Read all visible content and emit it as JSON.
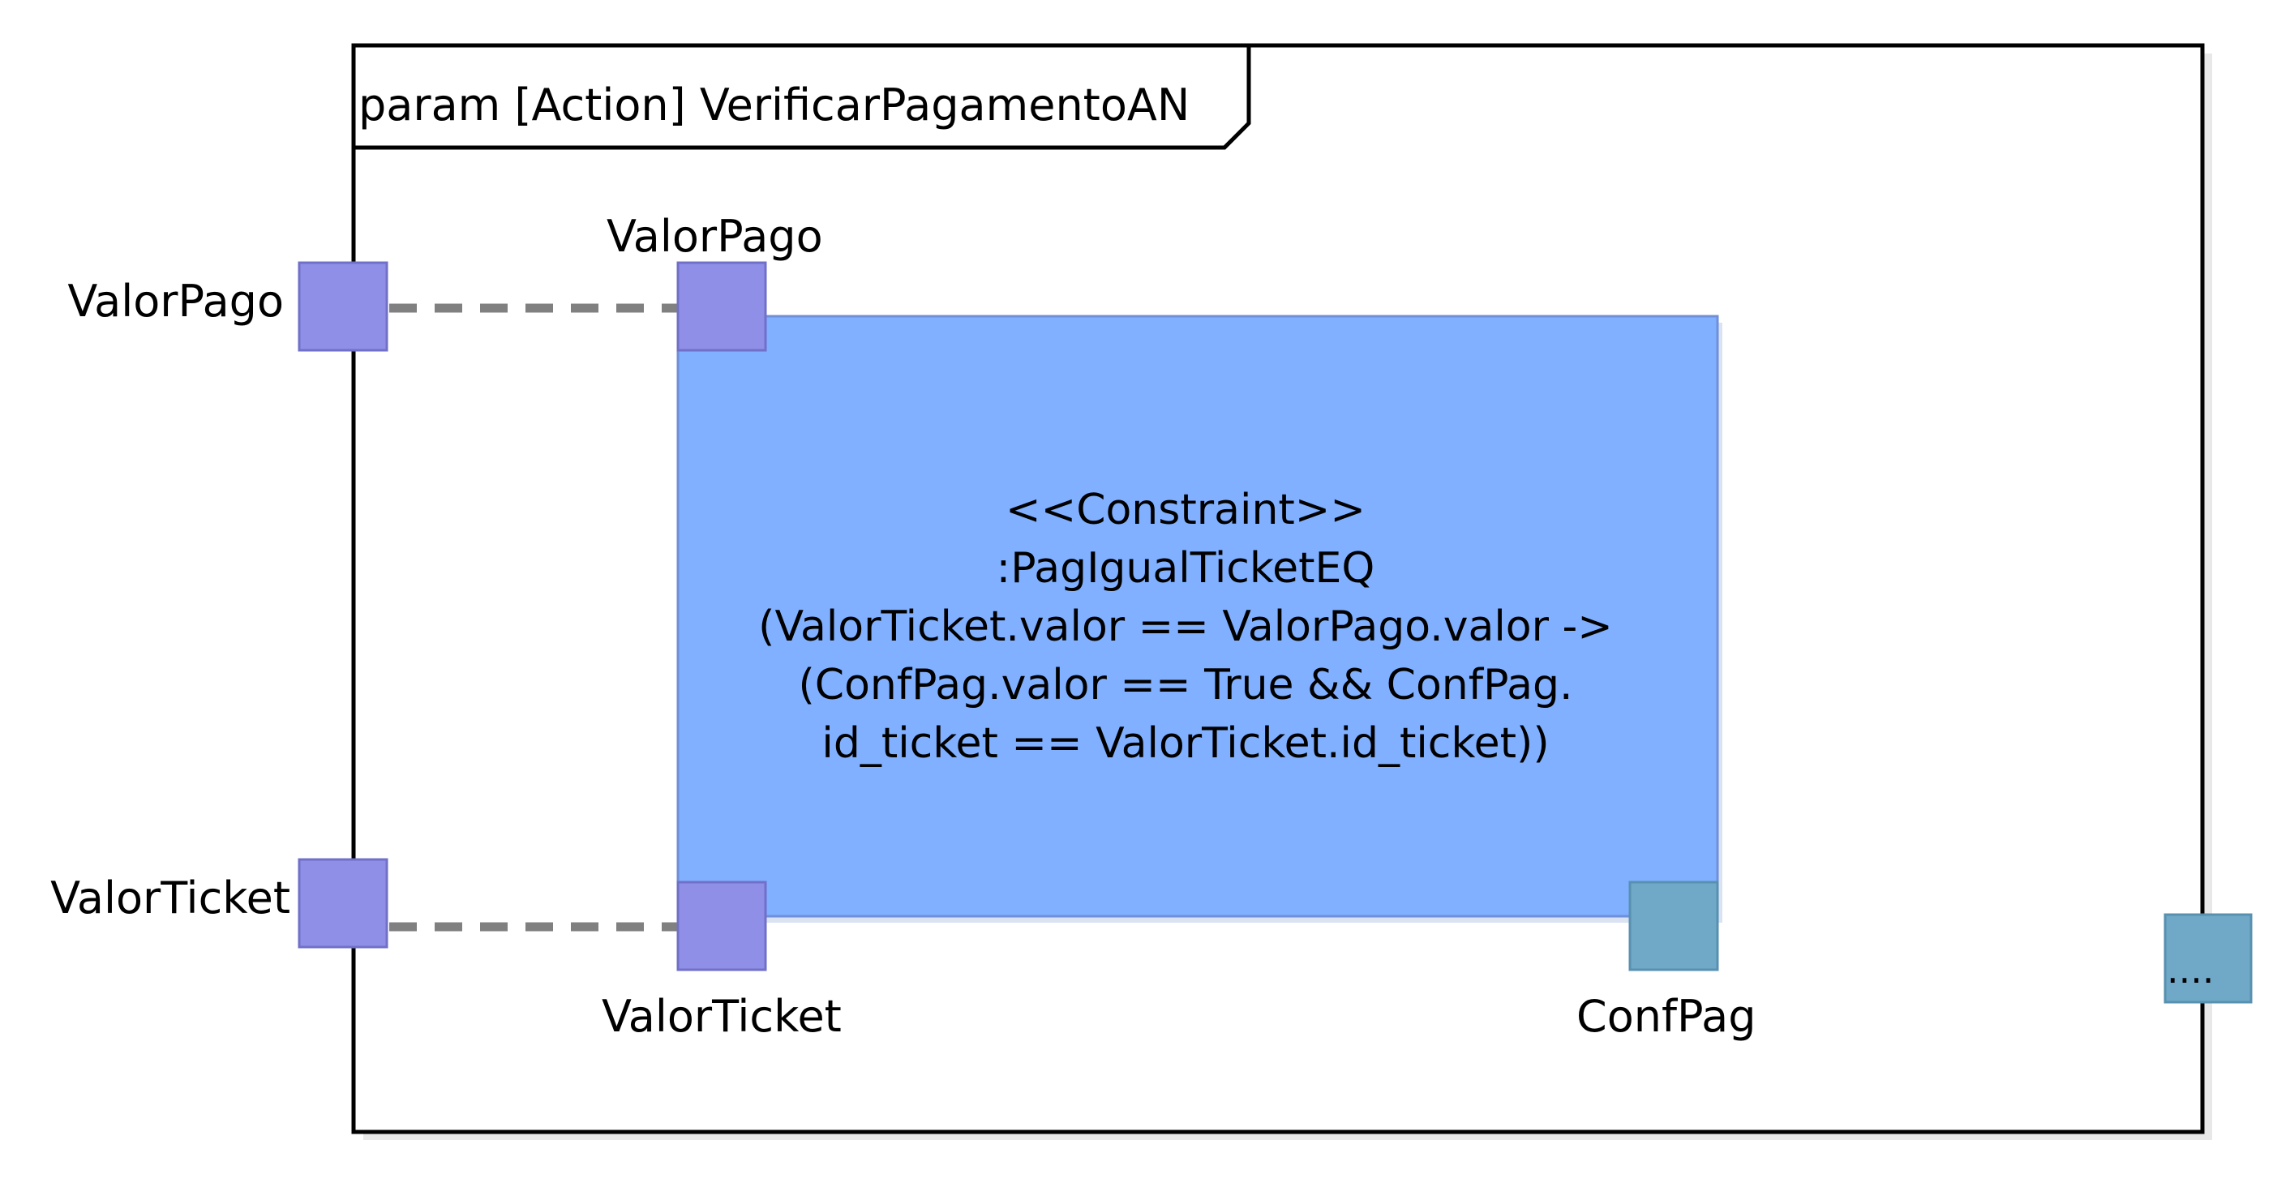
{
  "frame": {
    "title": "param [Action] VerificarPagamentoAN"
  },
  "parameters": {
    "valor_pago": "ValorPago",
    "valor_ticket": "ValorTicket",
    "extra": "...."
  },
  "constraint": {
    "stereotype": "<<Constraint>>",
    "name": ":PagIgualTicketEQ",
    "expression_lines": [
      "(ValorTicket.valor == ValorPago.valor ->",
      "(ConfPag.valor == True && ConfPag.",
      "id_ticket == ValorTicket.id_ticket))"
    ],
    "ports": {
      "valor_pago": "ValorPago",
      "valor_ticket": "ValorTicket",
      "conf_pag": "ConfPag"
    }
  },
  "colors": {
    "frame_border": "#000000",
    "constraint_fill": "#80b0ff",
    "constraint_border": "#6f8fd8",
    "input_port_fill": "#8f8fe8",
    "input_port_border": "#7070c8",
    "output_port_fill": "#70a8c8",
    "output_port_border": "#5890b0",
    "connector": "#808080"
  }
}
